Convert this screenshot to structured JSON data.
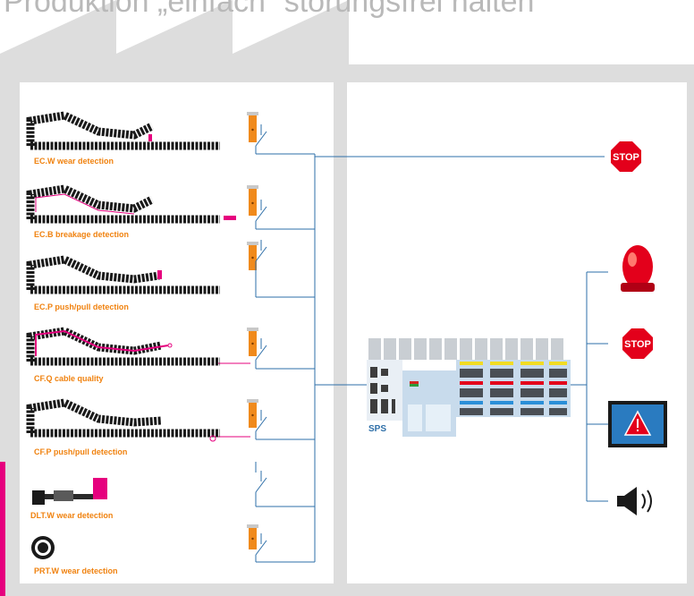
{
  "title": "Produktion „einfach“ störungsfrei halten",
  "detectors": [
    {
      "label": "EC.W wear detection",
      "type": "chain",
      "sensor": "orange-sensor"
    },
    {
      "label": "EC.B breakage detection",
      "type": "chain",
      "sensor": "orange-sensor"
    },
    {
      "label": "EC.P push/pull detection",
      "type": "chain",
      "sensor": "orange-sensor"
    },
    {
      "label": "CF.Q cable quality",
      "type": "chain",
      "sensor": "orange-sensor"
    },
    {
      "label": "CF.P push/pull detection",
      "type": "chain",
      "sensor": "orange-sensor"
    },
    {
      "label": "DLT.W wear detection",
      "type": "linear",
      "sensor": "switch-only"
    },
    {
      "label": "PRT.W wear detection",
      "type": "ring",
      "sensor": "orange-sensor"
    }
  ],
  "controller": {
    "label": "SPS"
  },
  "outputs": [
    {
      "name": "stop-sign",
      "text": "STOP"
    },
    {
      "name": "warning-beacon"
    },
    {
      "name": "stop-sign",
      "text": "STOP"
    },
    {
      "name": "warning-display-icon"
    },
    {
      "name": "horn-speaker-icon"
    }
  ],
  "colors": {
    "label_orange": "#f0820f",
    "sensor_orange": "#f08a1c",
    "wire_blue": "#2e6fa8",
    "magenta": "#e6007e",
    "panel_gray": "#dddddd",
    "stop_red": "#e3001b"
  }
}
